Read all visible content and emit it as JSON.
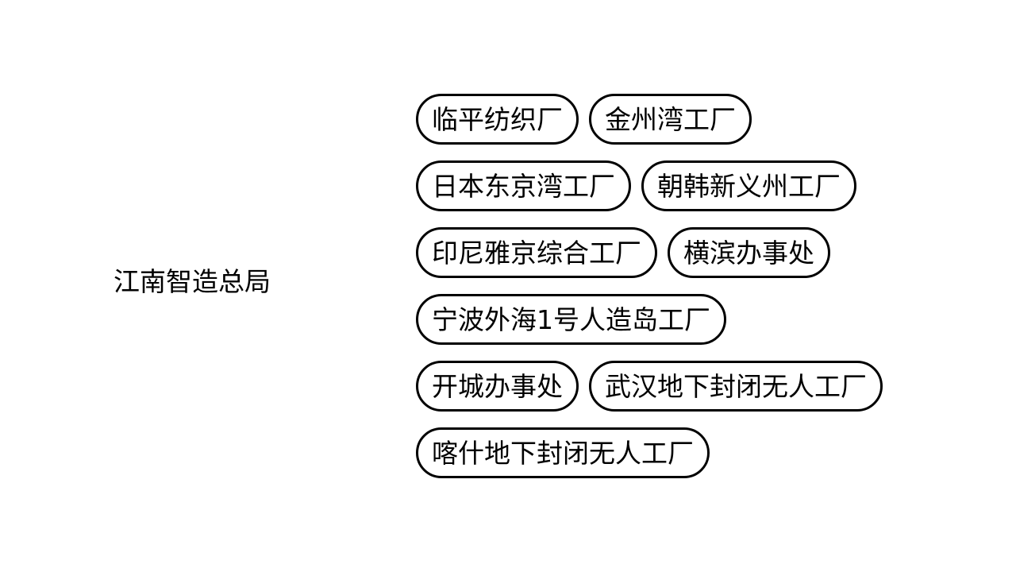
{
  "diagram": {
    "type": "mind-map",
    "background_color": "#ffffff",
    "stroke_color": "#000000",
    "text_color": "#000000",
    "root": {
      "label": "江南智造总局"
    },
    "rows": [
      {
        "nodes": [
          {
            "label": "临平纺织厂"
          },
          {
            "label": "金州湾工厂"
          }
        ]
      },
      {
        "nodes": [
          {
            "label": "日本东京湾工厂"
          },
          {
            "label": "朝韩新义州工厂"
          }
        ]
      },
      {
        "nodes": [
          {
            "label": "印尼雅京综合工厂"
          },
          {
            "label": "横滨办事处"
          }
        ]
      },
      {
        "nodes": [
          {
            "label": "宁波外海1号人造岛工厂"
          }
        ]
      },
      {
        "nodes": [
          {
            "label": "开城办事处"
          },
          {
            "label": "武汉地下封闭无人工厂"
          }
        ]
      },
      {
        "nodes": [
          {
            "label": "喀什地下封闭无人工厂"
          }
        ]
      }
    ]
  }
}
